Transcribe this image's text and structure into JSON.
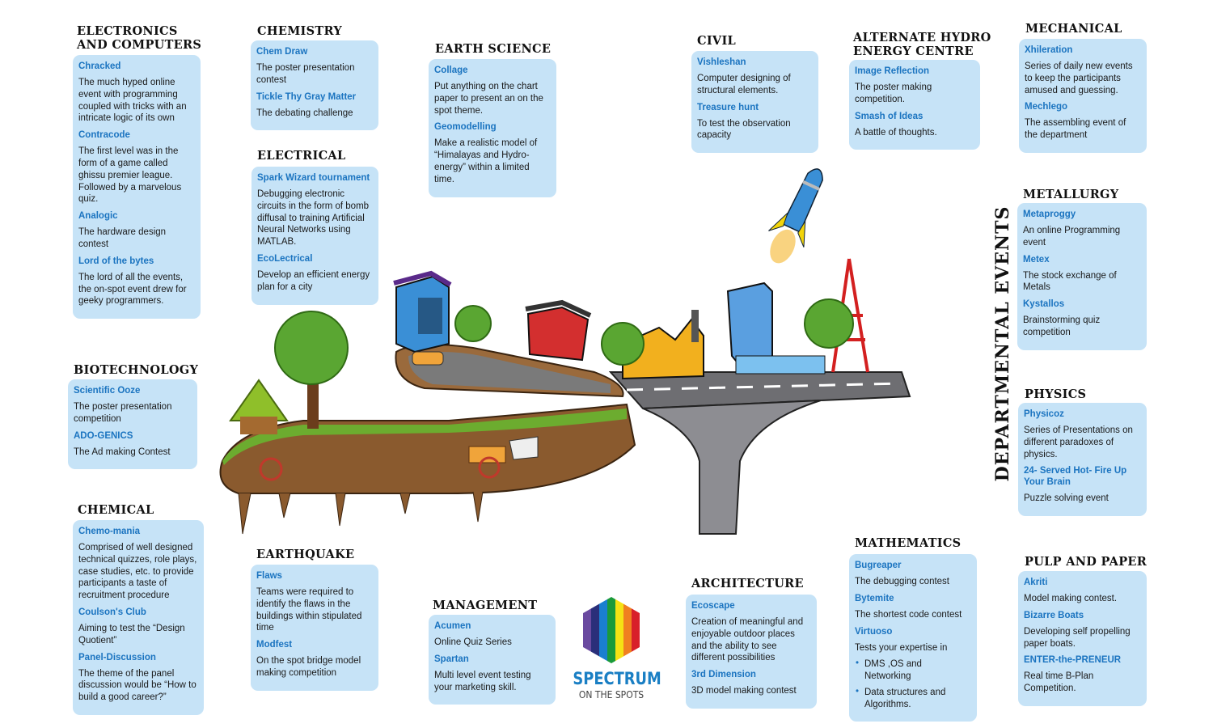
{
  "title": "DEPARTMENTAL EVENTS",
  "logo": {
    "brand": "SPECTRUM",
    "tagline": "ON THE SPOTS"
  },
  "colors": {
    "box_bg": "#c6e3f7",
    "event_name": "#1b74c0",
    "heading": "#111111"
  },
  "sections": [
    {
      "id": "electronics",
      "title": "ELECTRONICS\nAND COMPUTERS",
      "events": [
        {
          "name": "Chracked",
          "desc": "The much hyped online event with programming coupled with tricks with an intricate logic of its own"
        },
        {
          "name": "Contracode",
          "desc": "The first level was in the form of a game called ghissu premier league. Followed by a marvelous quiz."
        },
        {
          "name": "Analogic",
          "desc": "The hardware design contest"
        },
        {
          "name": "Lord of the bytes",
          "desc": "The lord of all the events, the on-spot event drew for geeky programmers."
        }
      ]
    },
    {
      "id": "chemistry",
      "title": "CHEMISTRY",
      "events": [
        {
          "name": "Chem Draw",
          "desc": "The poster presentation contest"
        },
        {
          "name": "Tickle Thy Gray Matter",
          "desc": "The debating challenge"
        }
      ]
    },
    {
      "id": "earth-science",
      "title": "EARTH SCIENCE",
      "events": [
        {
          "name": "Collage",
          "desc": "Put anything on the chart paper to present an on the spot theme."
        },
        {
          "name": "Geomodelling",
          "desc": "Make a realistic model of “Himalayas and Hydro-energy” within a limited time."
        }
      ]
    },
    {
      "id": "civil",
      "title": "CIVIL",
      "events": [
        {
          "name": "Vishleshan",
          "desc": "Computer designing of structural elements."
        },
        {
          "name": "Treasure hunt",
          "desc": "To test the observation capacity"
        }
      ]
    },
    {
      "id": "alternate-hydro",
      "title": "ALTERNATE HYDRO\nENERGY CENTRE",
      "events": [
        {
          "name": "Image Reflection",
          "desc": "The poster making competition."
        },
        {
          "name": "Smash of Ideas",
          "desc": "A battle of thoughts."
        }
      ]
    },
    {
      "id": "mechanical",
      "title": "MECHANICAL",
      "events": [
        {
          "name": "Xhileration",
          "desc": "Series of daily new events to keep the participants amused and guessing."
        },
        {
          "name": "Mechlego",
          "desc": "The assembling event of the department"
        }
      ]
    },
    {
      "id": "electrical",
      "title": "ELECTRICAL",
      "events": [
        {
          "name": "Spark Wizard tournament",
          "desc": "Debugging electronic circuits in the form of bomb diffusal to training Artificial Neural Networks using MATLAB."
        },
        {
          "name": "EcoLectrical",
          "desc": "Develop an efficient energy plan for a city"
        }
      ]
    },
    {
      "id": "metallurgy",
      "title": "METALLURGY",
      "events": [
        {
          "name": "Metaproggy",
          "desc": "An online Programming event"
        },
        {
          "name": "Metex",
          "desc": "The stock exchange of Metals"
        },
        {
          "name": "Kystallos",
          "desc": "Brainstorming quiz competition"
        }
      ]
    },
    {
      "id": "biotechnology",
      "title": "BIOTECHNOLOGY",
      "events": [
        {
          "name": "Scientific Ooze",
          "desc": "The poster presentation competition"
        },
        {
          "name": "ADO-GENICS",
          "desc": "The Ad making Contest"
        }
      ]
    },
    {
      "id": "physics",
      "title": "PHYSICS",
      "events": [
        {
          "name": "Physicoz",
          "desc": "Series of Presentations on different paradoxes of physics."
        },
        {
          "name": "24- Served Hot- Fire Up Your Brain",
          "desc": "Puzzle solving event"
        }
      ]
    },
    {
      "id": "chemical",
      "title": "CHEMICAL",
      "events": [
        {
          "name": "Chemo-mania",
          "desc": "Comprised of well designed technical quizzes, role plays, case studies, etc. to provide participants a taste of recruitment procedure"
        },
        {
          "name": "Coulson's Club",
          "desc": "Aiming to test the “Design Quotient”"
        },
        {
          "name": "Panel-Discussion",
          "desc": "The theme of the panel discussion would be “How to build a good career?”"
        }
      ]
    },
    {
      "id": "earthquake",
      "title": "EARTHQUAKE",
      "events": [
        {
          "name": "Flaws",
          "desc": "Teams were required to identify the flaws in the buildings within stipulated time"
        },
        {
          "name": "Modfest",
          "desc": "On the spot bridge model making competition"
        }
      ]
    },
    {
      "id": "management",
      "title": "MANAGEMENT",
      "events": [
        {
          "name": "Acumen",
          "desc": "Online Quiz Series"
        },
        {
          "name": "Spartan",
          "desc": "Multi level event testing your marketing skill."
        }
      ]
    },
    {
      "id": "architecture",
      "title": "ARCHITECTURE",
      "events": [
        {
          "name": "Ecoscape",
          "desc": "Creation of meaningful and enjoyable outdoor places and the ability to see different possibilities"
        },
        {
          "name": "3rd Dimension",
          "desc": "3D model making contest"
        }
      ]
    },
    {
      "id": "mathematics",
      "title": "MATHEMATICS",
      "events": [
        {
          "name": "Bugreaper",
          "desc": "The debugging contest"
        },
        {
          "name": "Bytemite",
          "desc": "The shortest code contest"
        },
        {
          "name": "Virtuoso",
          "desc": "Tests your expertise in",
          "bullets": [
            "DMS ,OS and Networking",
            "Data structures and Algorithms."
          ]
        }
      ]
    },
    {
      "id": "pulp-and-paper",
      "title": "PULP AND PAPER",
      "events": [
        {
          "name": "Akriti",
          "desc": "Model making contest."
        },
        {
          "name": "Bizarre Boats",
          "desc": "Developing self propelling paper boats."
        },
        {
          "name": "ENTER-the-PRENEUR",
          "desc": "Real time B-Plan Competition."
        }
      ]
    }
  ]
}
